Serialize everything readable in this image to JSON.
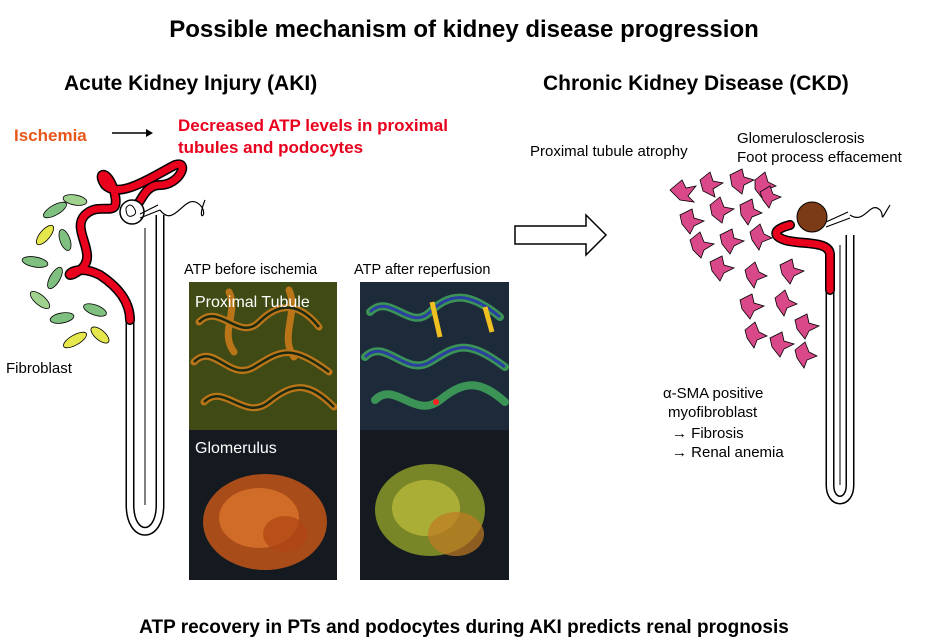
{
  "title": "Possible mechanism of kidney disease progression",
  "aki": {
    "heading": "Acute Kidney Injury (AKI)",
    "ischemia_label": "Ischemia",
    "arrow": "→",
    "effect_line1": "Decreased ATP levels in proximal",
    "effect_line2": "tubules and podocytes",
    "fibroblast_label": "Fibroblast",
    "before_label": "ATP before ischemia",
    "after_label": "ATP after reperfusion",
    "panel_proximal": "Proximal Tubule",
    "panel_glomerulus": "Glomerulus"
  },
  "ckd": {
    "heading": "Chronic Kidney Disease (CKD)",
    "tubule_atrophy": "Proximal tubule atrophy",
    "glomerulosclerosis": "Glomerulosclerosis",
    "foot_process": "Foot process effacement",
    "sma_line1": "α-SMA positive",
    "sma_line2": "myofibroblast",
    "fibrosis": "→ Fibrosis",
    "anemia": "→ Renal anemia"
  },
  "footer": "ATP recovery in PTs and podocytes during AKI predicts renal prognosis",
  "colors": {
    "tubule_red": "#e8001c",
    "ischemia_orange": "#e8571a",
    "glomerulus_brown": "#7a3b16",
    "myofibroblast_pink": "#d9498a",
    "fibroblast_green": "#7fbf7f",
    "fibroblast_yellow": "#e6e64d"
  }
}
